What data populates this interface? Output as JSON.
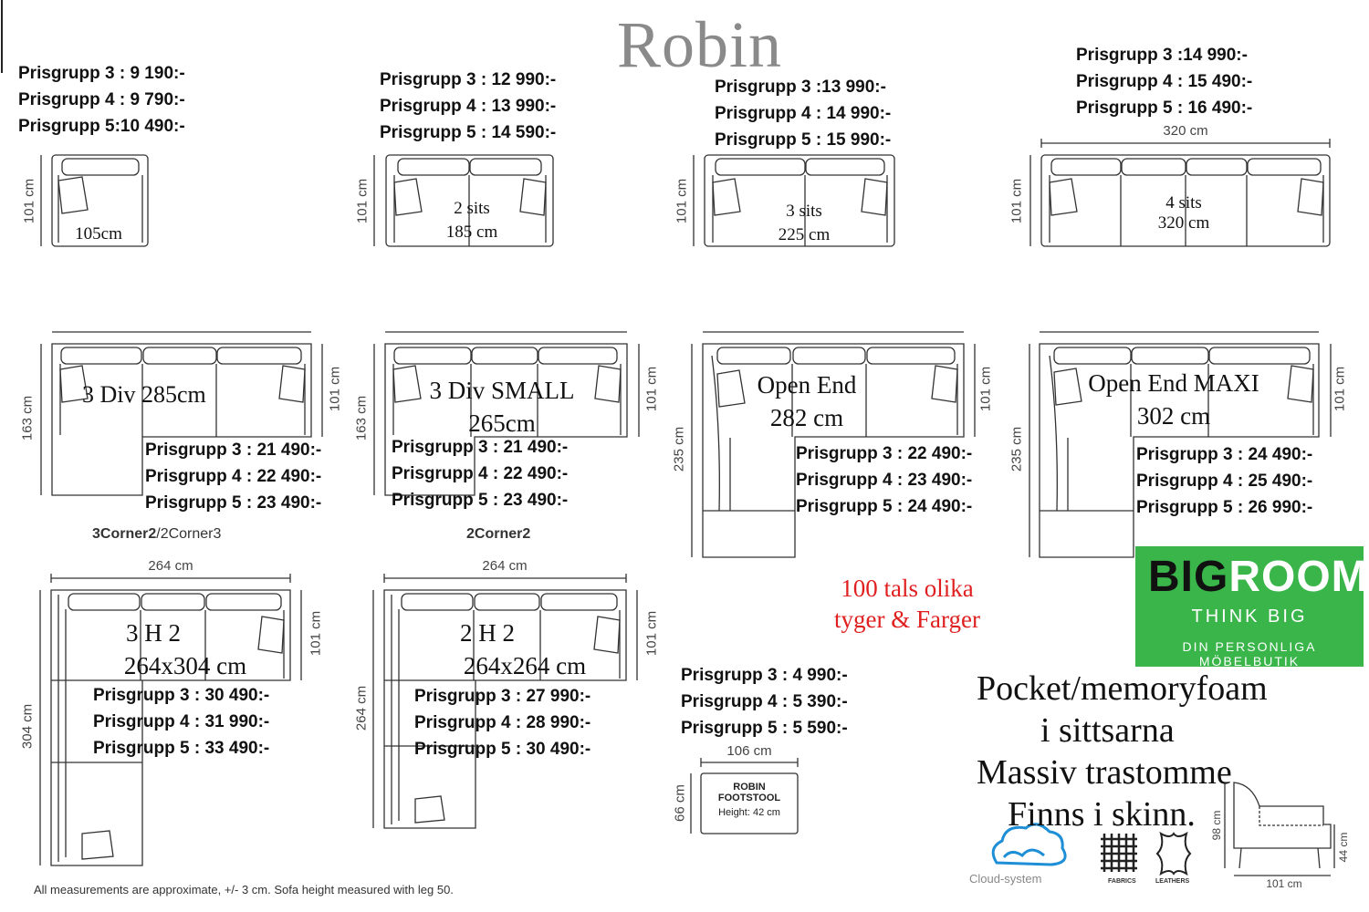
{
  "title": "Robin",
  "prices": {
    "p1": [
      "Prisgrupp 3 : 9 190:-",
      "Prisgrupp 4 : 9 790:-",
      "Prisgrupp 5:10 490:-"
    ],
    "p2": [
      "Prisgrupp 3 : 12 990:-",
      "Prisgrupp 4 : 13 990:-",
      "Prisgrupp 5 : 14 590:-"
    ],
    "p3": [
      "Prisgrupp 3 :13 990:-",
      "Prisgrupp 4 : 14 990:-",
      "Prisgrupp 5 : 15 990:-"
    ],
    "p4": [
      "Prisgrupp 3 :14 990:-",
      "Prisgrupp 4 : 15 490:-",
      "Prisgrupp 5 : 16 490:-"
    ],
    "p5": [
      "Prisgrupp 3 : 21 490:-",
      "Prisgrupp 4 : 22 490:-",
      "Prisgrupp 5 : 23 490:-"
    ],
    "p6": [
      "Prisgrupp 3 : 21 490:-",
      "Prisgrupp 4 : 22 490:-",
      "Prisgrupp 5 : 23 490:-"
    ],
    "p7": [
      "Prisgrupp 3 : 22 490:-",
      "Prisgrupp 4 : 23 490:-",
      "Prisgrupp 5 : 24 490:-"
    ],
    "p8": [
      "Prisgrupp 3 : 24 490:-",
      "Prisgrupp 4 : 25 490:-",
      "Prisgrupp 5 : 26 990:-"
    ],
    "p9": [
      "Prisgrupp 3 : 30 490:-",
      "Prisgrupp 4 : 31 990:-",
      "Prisgrupp 5 : 33 490:-"
    ],
    "p10": [
      "Prisgrupp 3 : 27 990:-",
      "Prisgrupp 4 : 28 990:-",
      "Prisgrupp 5 : 30 490:-"
    ],
    "p11": [
      "Prisgrupp 3 : 4 990:-",
      "Prisgrupp 4 : 5 390:-",
      "Prisgrupp 5 : 5 590:-"
    ]
  },
  "labels": {
    "chair": "105cm",
    "sofa2_a": "2 sits",
    "sofa2_b": "185 cm",
    "sofa3_a": "3 sits",
    "sofa3_b": "225 cm",
    "sofa4_a": "4 sits",
    "sofa4_b": "320 cm",
    "div285": "3 Div 285cm",
    "divsmall_a": "3 Div SMALL",
    "divsmall_b": "265cm",
    "open_a": "Open End",
    "open_b": "282 cm",
    "maxi_a": "Open End MAXI",
    "maxi_b": "302 cm",
    "h3_a": "3 H 2",
    "h3_b": "264x304 cm",
    "h2_a": "2 H 2",
    "h2_b": "264x264 cm"
  },
  "dims": {
    "d101": "101 cm",
    "d163": "163 cm",
    "d235": "235 cm",
    "d304": "304 cm",
    "d264": "264 cm",
    "d264w": "264 cm",
    "d320": "320 cm",
    "d106": "106 cm",
    "d66": "66 cm",
    "d98": "98 cm",
    "d44": "44 cm",
    "d101w": "101 cm"
  },
  "sublabels": {
    "corner_a_bold": "3Corner2",
    "corner_a_rest": "/2Corner3",
    "corner_b": "2Corner2"
  },
  "footstool": {
    "name1": "ROBIN",
    "name2": "FOOTSTOOL",
    "height": "Height: 42 cm"
  },
  "promo": {
    "line1": "100 tals olika",
    "line2": "tyger & Farger"
  },
  "features": {
    "line1": "Pocket/memoryfoam",
    "line2": "i sittsarna",
    "line3": "Massiv trastomme",
    "line4": "Finns i skinn."
  },
  "logo": {
    "big_dark": "BIG",
    "big_light": "ROOM",
    "tagline": "THINK BIG",
    "subline": "DIN PERSONLIGA MÖBELBUTIK"
  },
  "icons": {
    "cloud": "Cloud-system",
    "fabrics": "FABRICS",
    "leathers": "LEATHERS"
  },
  "footer": "All measurements are approximate, +/- 3 cm. Sofa height measured with leg 50."
}
